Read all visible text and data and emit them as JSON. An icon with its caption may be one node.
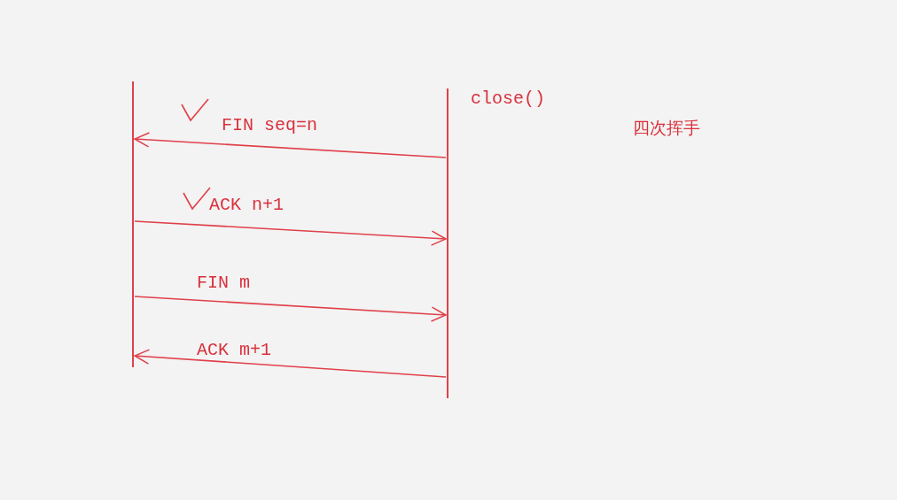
{
  "diagram": {
    "title": "四次挥手",
    "nodes": [
      {
        "text": [],
        "shape": "bar"
      },
      {
        "text": [],
        "shape": "bar",
        "beside": [
          "close()"
        ]
      }
    ],
    "edges": [
      {
        "from": 1,
        "to": 0,
        "arrow": "to",
        "label": "FIN seq=n"
      },
      {
        "from": 0,
        "to": 1,
        "arrow": "to",
        "label": "ACK n+1"
      },
      {
        "from": 0,
        "to": 1,
        "arrow": "to",
        "label": "FIN m"
      },
      {
        "from": 1,
        "to": 0,
        "arrow": "to",
        "label": "ACK m+1"
      }
    ]
  }
}
